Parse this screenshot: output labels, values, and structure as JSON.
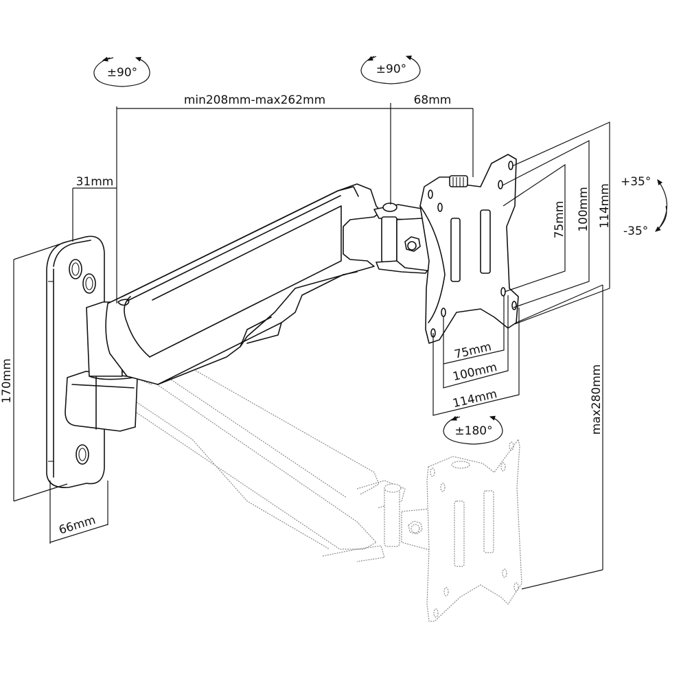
{
  "diagram": {
    "title": "Gas spring monitor wall mount arm dimension drawing",
    "colors": {
      "line": "#111111",
      "ghost_line": "#8a8a8a",
      "background": "#ffffff"
    },
    "rotation_labels": {
      "wall_swivel": "±90°",
      "head_swivel": "±90°",
      "tilt_up": "+35°",
      "tilt_down": "-35°",
      "rotation": "±180°"
    },
    "dimension_labels": {
      "arm_reach": "min208mm-max262mm",
      "head_offset": "68mm",
      "wall_depth": "31mm",
      "plate_height": "170mm",
      "plate_width": "66mm",
      "vesa_vertical_75": "75mm",
      "vesa_vertical_100": "100mm",
      "vesa_vertical_114": "114mm",
      "vesa_horizontal_75": "75mm",
      "vesa_horizontal_100": "100mm",
      "vesa_horizontal_114": "114mm",
      "height_adjust": "max280mm"
    },
    "components": [
      {
        "name": "wall-plate",
        "holes": 3
      },
      {
        "name": "arm-upper-position",
        "style": "solid"
      },
      {
        "name": "arm-lower-position",
        "style": "ghost"
      },
      {
        "name": "vesa-plate-upper",
        "holes": 8
      },
      {
        "name": "vesa-plate-lower",
        "holes": 8
      }
    ]
  }
}
